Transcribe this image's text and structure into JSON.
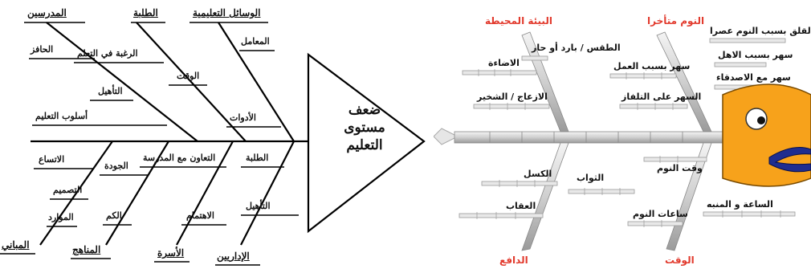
{
  "left": {
    "head_lines": [
      "ضعف",
      "مستوى",
      "التعليم"
    ],
    "top_categories": [
      "المدرسين",
      "الطلبة",
      "الوسائل التعليمية"
    ],
    "bottom_categories": [
      "المباني",
      "المناهج",
      "الأسرة",
      "الإداريين"
    ],
    "teachers_causes": [
      "الحافز",
      "التأهيل",
      "أسلوب التعليم"
    ],
    "students_causes": [
      "الرغبة في التعلم",
      "الوقت"
    ],
    "media_causes": [
      "المعامل",
      "الأدوات"
    ],
    "buildings_causes": [
      "الاتساع",
      "التصميم",
      "الموارد"
    ],
    "curriculum_causes": [
      "الجودة",
      "الكم"
    ],
    "family_causes": [
      "التعاون مع المدرسة",
      "الاهتمام"
    ],
    "admins_causes": [
      "الطلبة",
      "التأهيل"
    ]
  },
  "right": {
    "top_categories": [
      "البيئة المحيطة",
      "النوم متأخرا"
    ],
    "bottom_categories": [
      "الدافع",
      "الوقت"
    ],
    "environment_causes": [
      "الطقس / بارد أو حار",
      "الاضاءة",
      "الازعاج / الشخير"
    ],
    "late_sleep_causes": [
      "القلق بسبب النوم عصرا",
      "سهر بسبب الاهل",
      "سهر بسبب العمل",
      "سهر مع الاصدقاء",
      "السهر على التلفاز"
    ],
    "motive_causes": [
      "الكسل",
      "الثواب",
      "العقاب"
    ],
    "time_causes": [
      "وقت النوم",
      "الساعة و المنبه",
      "ساعات النوم"
    ],
    "colors": {
      "category_red": "#e23b2e",
      "fish_head": "#f7a21b",
      "fish_lips": "#1f2d8f",
      "bone_gray": "#d9d9d9"
    }
  }
}
